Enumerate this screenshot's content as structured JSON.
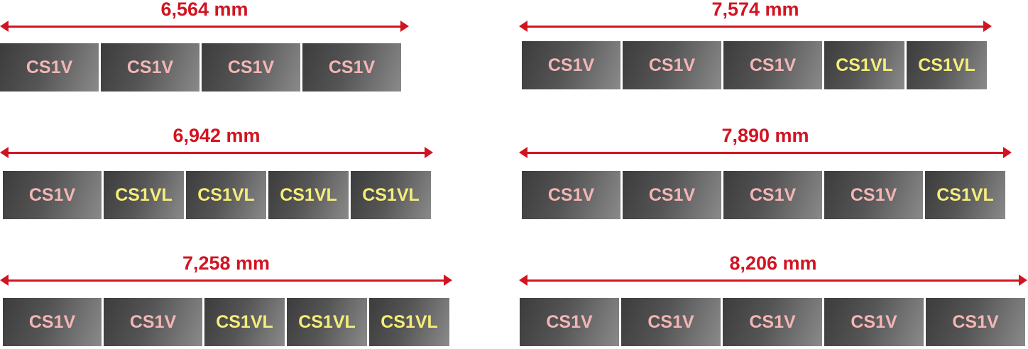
{
  "units": {
    "v": "CS1V",
    "vl": "CS1VL"
  },
  "colors": {
    "dimension": "#d21422",
    "cs1v_text": "#f4b5b5",
    "cs1vl_text": "#f4ee7a",
    "panel_dark": "#3c3c3c",
    "panel_light": "#8a8a8a"
  },
  "configs": [
    {
      "width_label": "6,564 mm",
      "panels": [
        "CS1V",
        "CS1V",
        "CS1V",
        "CS1V"
      ]
    },
    {
      "width_label": "7,574 mm",
      "panels": [
        "CS1V",
        "CS1V",
        "CS1V",
        "CS1VL",
        "CS1VL"
      ]
    },
    {
      "width_label": "6,942 mm",
      "panels": [
        "CS1V",
        "CS1VL",
        "CS1VL",
        "CS1VL",
        "CS1VL"
      ]
    },
    {
      "width_label": "7,890 mm",
      "panels": [
        "CS1V",
        "CS1V",
        "CS1V",
        "CS1V",
        "CS1VL"
      ]
    },
    {
      "width_label": "7,258 mm",
      "panels": [
        "CS1V",
        "CS1V",
        "CS1VL",
        "CS1VL",
        "CS1VL"
      ]
    },
    {
      "width_label": "8,206 mm",
      "panels": [
        "CS1V",
        "CS1V",
        "CS1V",
        "CS1V",
        "CS1V"
      ]
    }
  ]
}
